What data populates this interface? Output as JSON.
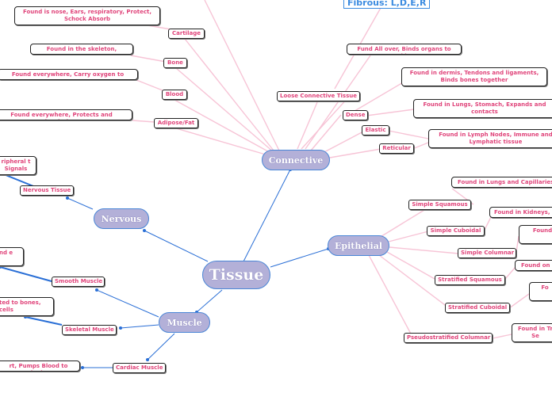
{
  "root": "Tissue",
  "categories": {
    "connective": "Connective",
    "epithelial": "Epithelial",
    "nervous": "Nervous",
    "muscle": "Muscle"
  },
  "connective": {
    "cartilage": "Cartilage",
    "cartilage_note": "Found is nose, Ears, respiratory, Protect, Schock Absorb",
    "bone": "Bone",
    "bone_note": "Found in the skeleton, Protects",
    "blood": "Blood",
    "blood_note": "Found everywhere, Carry oxygen to organs",
    "adipose": "Adipose/Fat",
    "adipose_note": "Found everywhere, Protects and insulation.",
    "loose": "Loose Connective Tissue",
    "loose_note": "Fund All over, Binds organs to skin",
    "fibrous": "Fibrous: L,D,E,R",
    "dense": "Dense",
    "dense_note": "Found in dermis, Tendons and ligaments, Binds bones together",
    "elastic": "Elastic",
    "elastic_note": "Found in Lungs, Stomach, Expands and contacts",
    "reticular": "Reticular",
    "reticular_note": "Found in Lymph Nodes, Immune and Lymphatic tissue"
  },
  "epithelial": {
    "simple_squamous": "Simple Squamous",
    "simple_squamous_note": "Found in Lungs and Capillaries,",
    "simple_cuboidal": "Simple Cuboidal",
    "simple_cuboidal_note": "Found in Kidneys, S",
    "simple_columnar": "Simple Columnar",
    "simple_columnar_note": "Found",
    "stratified_squamous": "Stratified Squamous",
    "stratified_squamous_note": "Found on S",
    "stratified_cuboidal": "Stratified Cuboidal",
    "stratified_cuboidal_note": "Fo",
    "pseudostratified": "Pseudostratified Columnar",
    "pseudostratified_note": "Found in Tr Se"
  },
  "nervous": {
    "nervous_tissue": "Nervous Tissue",
    "nervous_note": "ripheral t Signals"
  },
  "muscle": {
    "smooth": "Smooth Muscle",
    "smooth_note": "nd e",
    "skeletal": "Skeletal Muscle",
    "skeletal_note": "ted to bones, cells",
    "cardiac": "Cardiac Muscle",
    "cardiac_note": "rt, Pumps Blood to body"
  },
  "colors": {
    "hub_fill": "#b3b0d8",
    "hub_border": "#4a86d6",
    "label_text": "#e0457b",
    "main_line": "#2a6fd6",
    "branch_line": "#f7c4d6"
  }
}
